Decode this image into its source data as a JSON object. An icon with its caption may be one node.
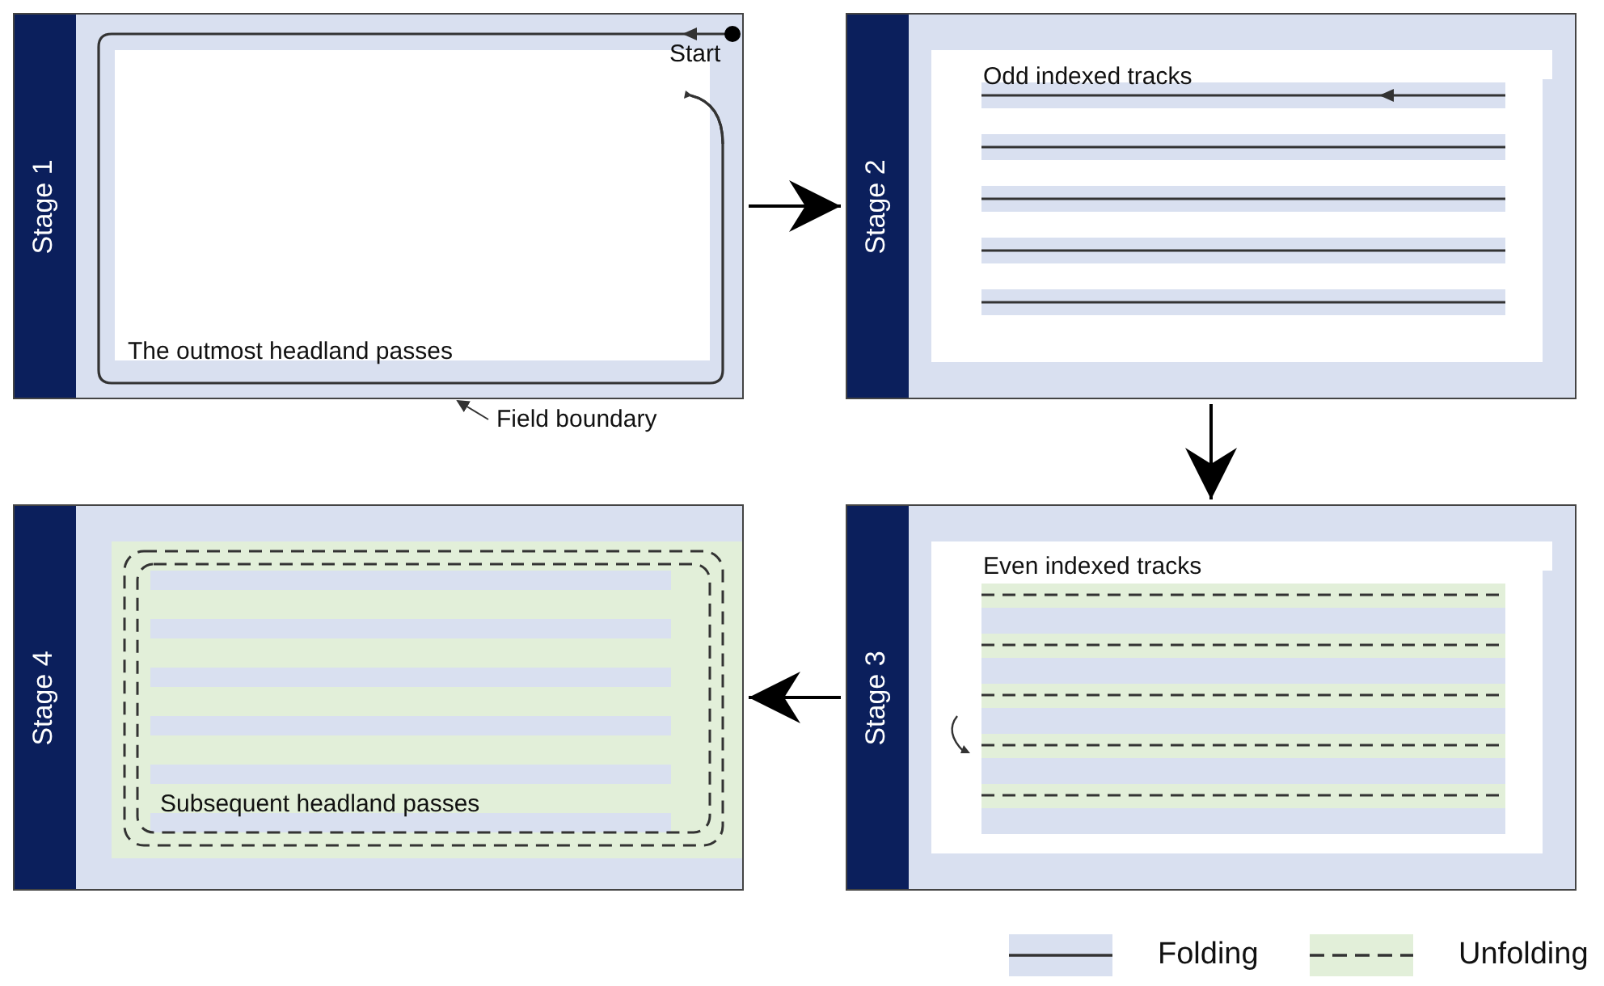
{
  "diagram": {
    "nodes": [
      {
        "text": [
          "Stage 1",
          "The outmost headland passes"
        ]
      },
      {
        "text": [
          "Stage 2",
          "Odd indexed tracks"
        ]
      },
      {
        "text": [
          "Stage 3",
          "Even indexed tracks"
        ]
      },
      {
        "text": [
          "Stage 4",
          "Subsequent headland passes"
        ]
      },
      {
        "text": [
          "Field boundary"
        ]
      }
    ],
    "edges": [
      {
        "from": 0,
        "to": 1,
        "arrow": "to"
      },
      {
        "from": 1,
        "to": 2,
        "arrow": "to"
      },
      {
        "from": 2,
        "to": 3,
        "arrow": "to"
      },
      {
        "from": 4,
        "to": 0,
        "arrow": "to"
      }
    ],
    "labels": [
      "Start"
    ],
    "legend": [
      {
        "text": "Folding",
        "color": "#d9e0f0"
      },
      {
        "text": "Unfolding",
        "color": "#e2efd9"
      }
    ]
  }
}
